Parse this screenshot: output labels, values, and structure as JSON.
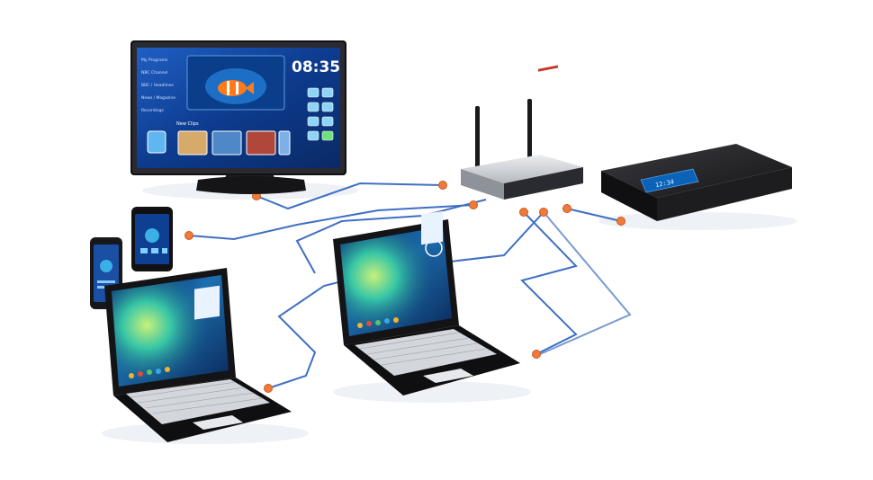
{
  "tv": {
    "clock": "08:35",
    "section_label": "New Clips",
    "menu": [
      "My Programs",
      "NBC Channel",
      "BBC / Headlines",
      "News / Magazine",
      "Recordings"
    ]
  },
  "nas_display": "12:34",
  "colors": {
    "cable": "#3f6fc2",
    "connector": "#f07a3a",
    "device_body": "#1b1b1e",
    "screen_blue": "#0e3f8f",
    "router_silver": "#c9ccd1"
  },
  "icons": [
    "tv-icon",
    "router-icon",
    "nas-icon",
    "smartphone-icon",
    "laptop-icon"
  ]
}
